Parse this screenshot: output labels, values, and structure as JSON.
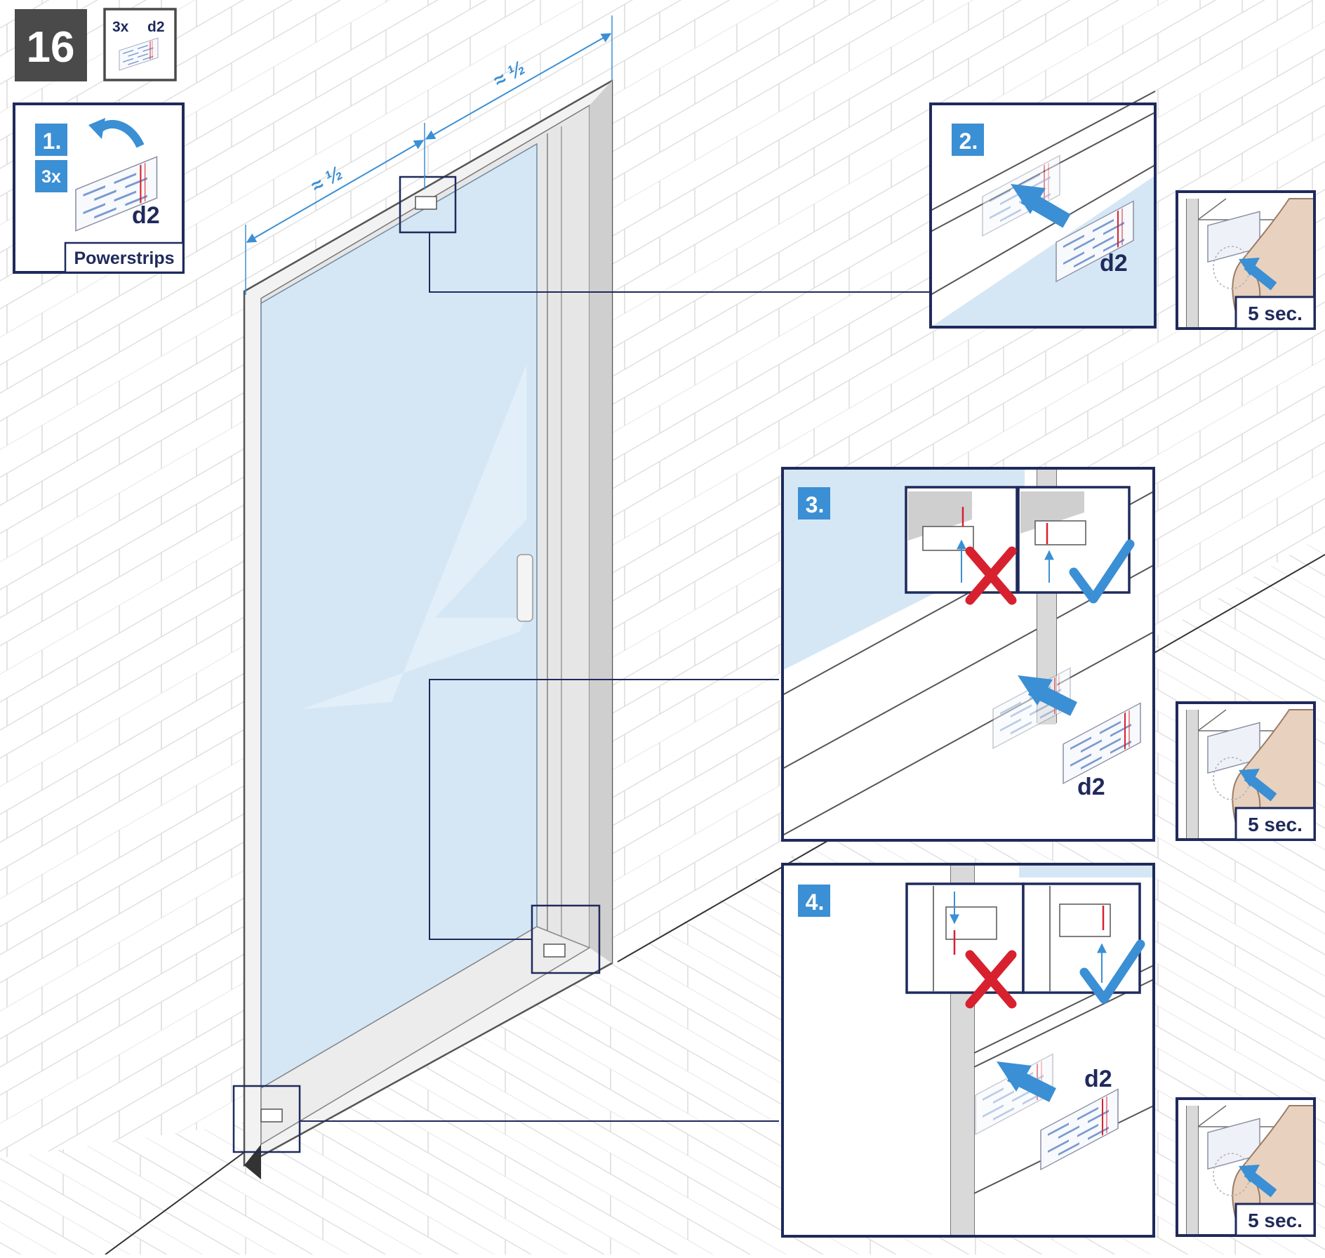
{
  "step": {
    "number": "16"
  },
  "parts_box": {
    "quantity": "3x",
    "part_code": "d2"
  },
  "substeps": {
    "s1": {
      "number": "1.",
      "quantity": "3x",
      "part_code": "d2",
      "label": "Powerstrips"
    },
    "s2": {
      "number": "2.",
      "part_code": "d2"
    },
    "s3": {
      "number": "3.",
      "part_code": "d2"
    },
    "s4": {
      "number": "4.",
      "part_code": "d2"
    }
  },
  "press": {
    "duration_label": "5 sec."
  },
  "dimensions": {
    "half_left": "≈ ½",
    "half_right": "≈ ½"
  },
  "colors": {
    "navy": "#1f2a5c",
    "accent_blue": "#3b8fd4",
    "glass": "#d5e7f5",
    "wrong_red": "#d8212f",
    "correct_blue": "#3b8fd4",
    "step_grey": "#4a4a4a"
  },
  "icons": {
    "wrong": "cross-icon",
    "correct": "check-icon",
    "peel": "curved-arrow-icon",
    "press": "finger-press-icon"
  }
}
